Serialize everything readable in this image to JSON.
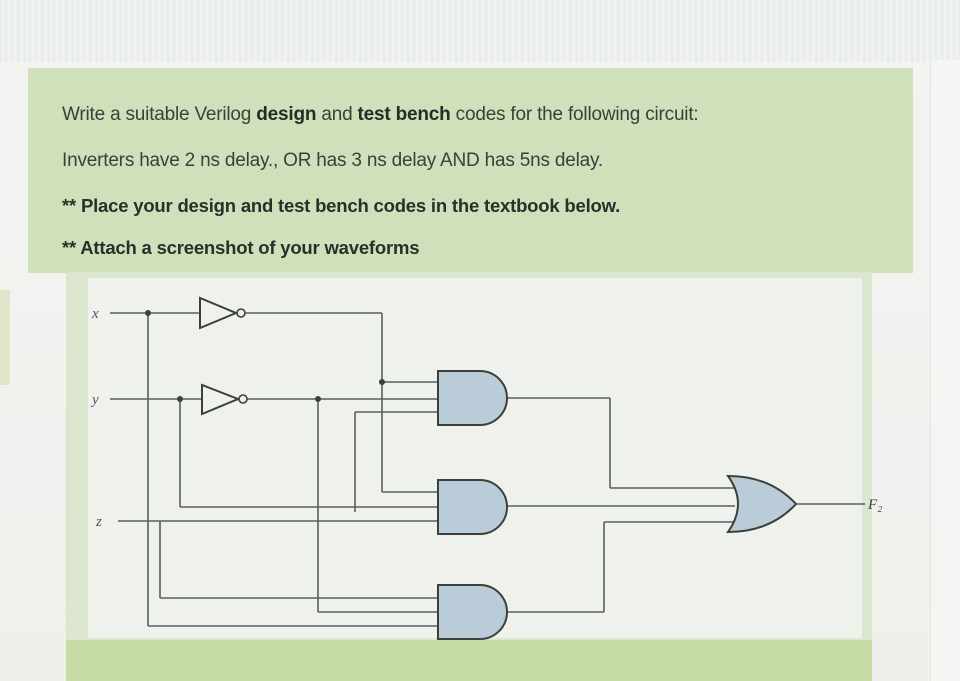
{
  "question": {
    "line1": {
      "part1": "Write a suitable Verilog ",
      "bold1": "design",
      "part2": " and ",
      "bold2": "test bench",
      "part3": " codes for the following circuit:"
    },
    "line2": "Inverters have 2 ns delay., OR has 3 ns delay AND has 5ns delay.",
    "note1": "** Place your design and test bench codes in the textbook below.",
    "note2": "** Attach a screenshot of your waveforms"
  },
  "circuit": {
    "inputs": {
      "x": "x",
      "y": "y",
      "z": "z"
    },
    "output": "F₂"
  },
  "colors": {
    "panel_green": "#cfe0ba",
    "gate_fill": "#b9ccd8",
    "wire": "#5a605c"
  }
}
